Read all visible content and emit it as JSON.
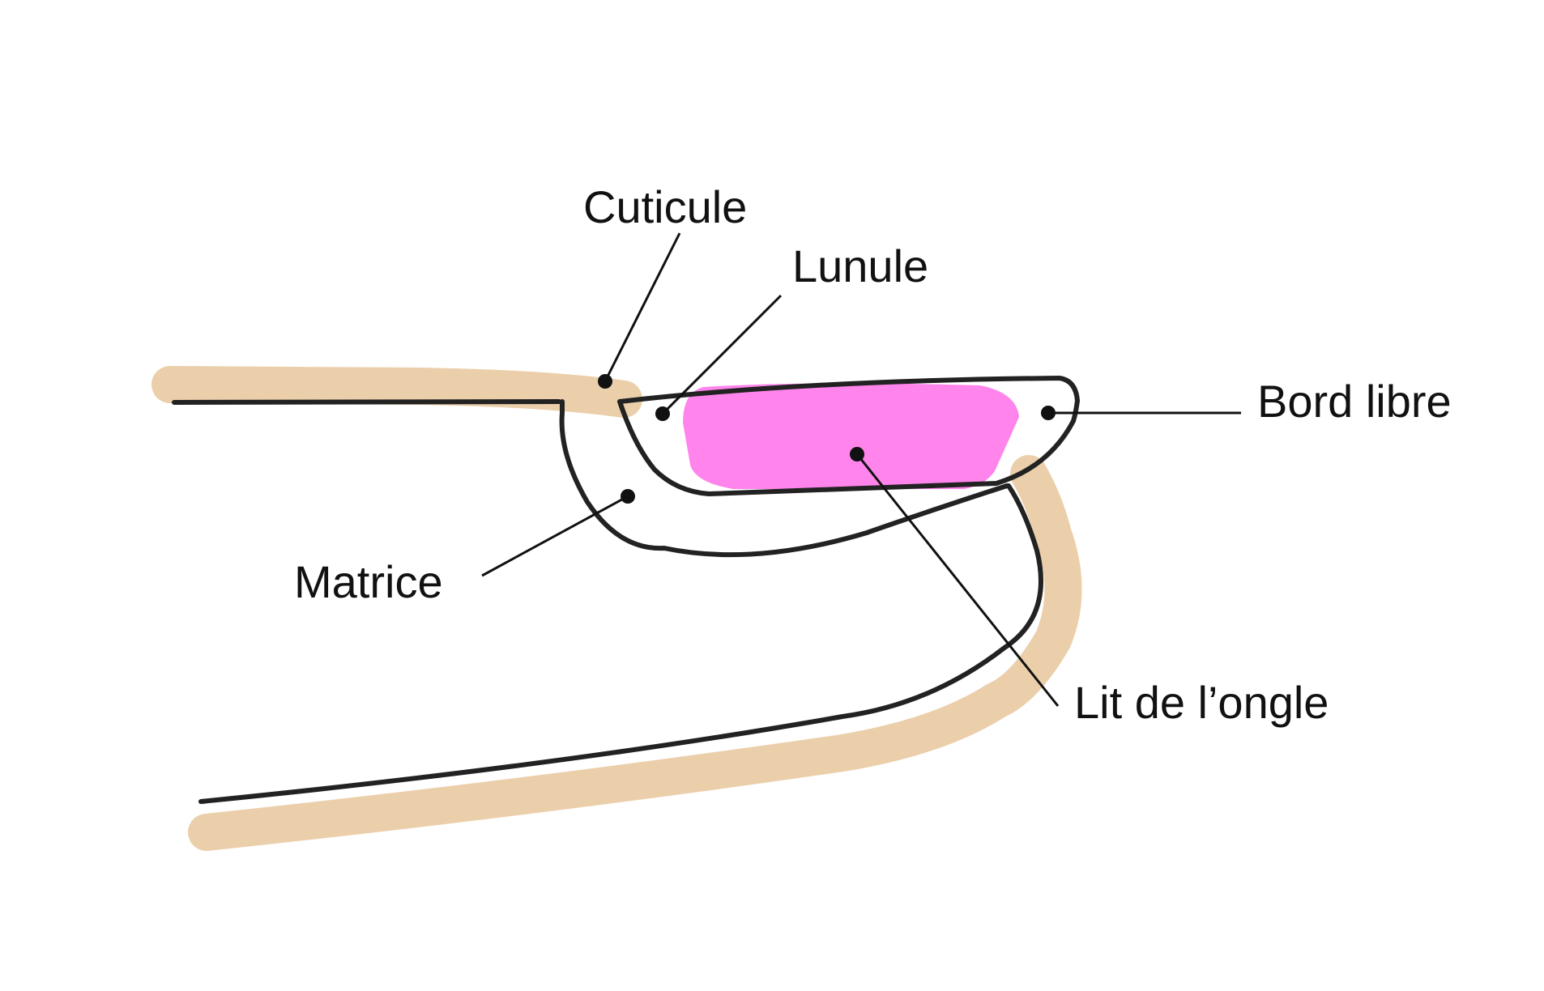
{
  "colors": {
    "skin": "#EBCFAB",
    "nail_bed": "#FF85EC",
    "outline": "#222222",
    "label": "#111111",
    "background": "#FFFFFF"
  },
  "labels": {
    "cuticle": "Cuticule",
    "lunula": "Lunule",
    "free_edge": "Bord libre",
    "matrix": "Matrice",
    "nail_bed": "Lit de l’ongle"
  }
}
